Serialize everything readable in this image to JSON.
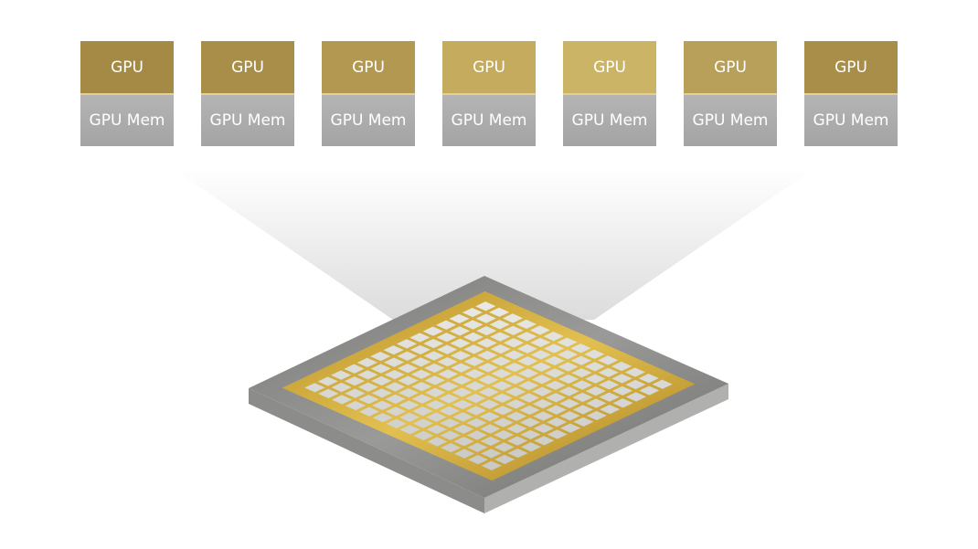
{
  "gpus": [
    {
      "label": "GPU",
      "mem_label": "GPU Mem",
      "color": "#a48a44"
    },
    {
      "label": "GPU",
      "mem_label": "GPU Mem",
      "color": "#a88e48"
    },
    {
      "label": "GPU",
      "mem_label": "GPU Mem",
      "color": "#b29850"
    },
    {
      "label": "GPU",
      "mem_label": "GPU Mem",
      "color": "#c4ab5e"
    },
    {
      "label": "GPU",
      "mem_label": "GPU Mem",
      "color": "#cbb466"
    },
    {
      "label": "GPU",
      "mem_label": "GPU Mem",
      "color": "#b9a05a"
    },
    {
      "label": "GPU",
      "mem_label": "GPU Mem",
      "color": "#a88e48"
    }
  ],
  "colors": {
    "gold": "#c9a43a",
    "chip_gray": "#8a8a88",
    "tile": "#e4e4e2"
  }
}
